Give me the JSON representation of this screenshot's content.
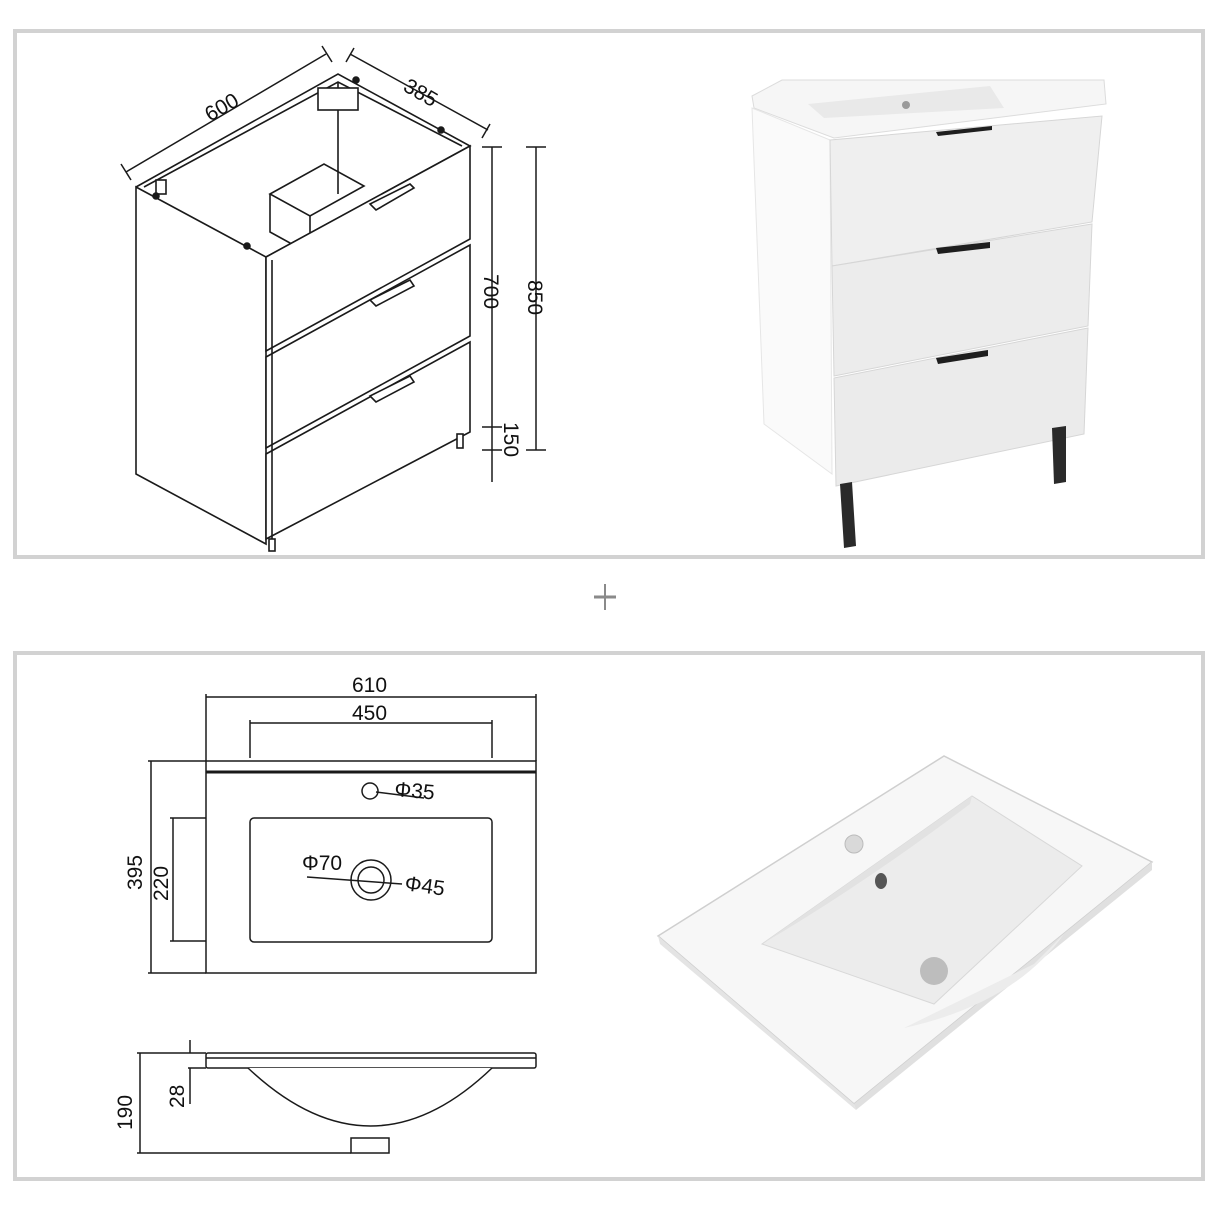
{
  "cabinet_drawing": {
    "width_label": "600",
    "depth_label": "385",
    "body_height_label": "700",
    "total_height_label": "850",
    "leg_height_label": "150"
  },
  "cabinet_render": {
    "drawer_count": 3,
    "body_color": "#f4f4f4",
    "handle_color": "#1e1e1e",
    "leg_color": "#2a2a2a"
  },
  "separator": {
    "symbol": "+",
    "color": "#8a8a8a"
  },
  "basin_drawing": {
    "overall_width_label": "610",
    "bowl_width_label": "450",
    "overall_depth_label": "395",
    "bowl_depth_label": "220",
    "tap_hole_label": "Φ35",
    "drain_outer_label": "Φ70",
    "drain_inner_label": "Φ45",
    "total_height_label": "190",
    "rim_thickness_label": "28"
  },
  "basin_render": {
    "ceramic_color": "#f7f7f7"
  },
  "frame": {
    "border_color": "#d2d2d2"
  }
}
